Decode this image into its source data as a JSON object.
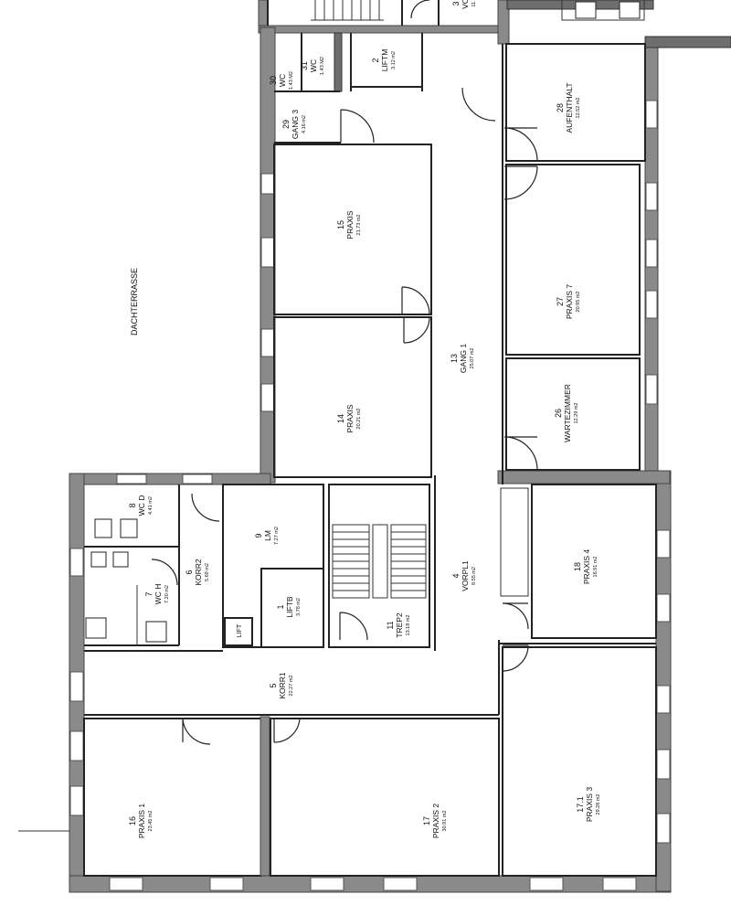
{
  "terrace": {
    "label": "DACHTERRASSE"
  },
  "rooms": [
    {
      "id": "r3",
      "number": "3",
      "name": "VC",
      "area": "11."
    },
    {
      "id": "r2",
      "number": "2",
      "name": "LIFTM",
      "area": "3.12 m2"
    },
    {
      "id": "r30",
      "number": "30",
      "name": "WC",
      "area": "1.43 M2"
    },
    {
      "id": "r31",
      "number": "31",
      "name": "WC",
      "area": "1.43 M2"
    },
    {
      "id": "r29",
      "number": "29",
      "name": "GANG 3",
      "area": "4.16 m2"
    },
    {
      "id": "r28",
      "number": "28",
      "name": "AUFENTHALT",
      "area": "12.52 m2"
    },
    {
      "id": "r15",
      "number": "15",
      "name": "PRAXIS",
      "area": "21.73 m2"
    },
    {
      "id": "r27",
      "number": "27",
      "name": "PRAXIS 7",
      "area": "20.95 m2"
    },
    {
      "id": "r13",
      "number": "13",
      "name": "GANG 1",
      "area": "25.07 m2"
    },
    {
      "id": "r14",
      "number": "14",
      "name": "PRAXIS",
      "area": "20.21 m2"
    },
    {
      "id": "r26",
      "number": "26",
      "name": "WARTEZIMMER",
      "area": "12.29 m2"
    },
    {
      "id": "r8",
      "number": "8",
      "name": "WC D",
      "area": "4.41 m2"
    },
    {
      "id": "r9lm",
      "number": "9",
      "name": "LM",
      "area": "7.27 m2"
    },
    {
      "id": "r6",
      "number": "6",
      "name": "KORR2",
      "area": "5.69 m2"
    },
    {
      "id": "r7",
      "number": "7",
      "name": "WC H",
      "area": "7.20 m2"
    },
    {
      "id": "r1",
      "number": "1",
      "name": "LIFTB",
      "area": "3.78 m2"
    },
    {
      "id": "r11",
      "number": "11",
      "name": "TREP2",
      "area": "13.18 m2"
    },
    {
      "id": "r4",
      "number": "4",
      "name": "VORPL1",
      "area": "8.55 m2"
    },
    {
      "id": "r18",
      "number": "18",
      "name": "PRAXIS 4",
      "area": "16.91 m2"
    },
    {
      "id": "r5",
      "number": "5",
      "name": "KORR1",
      "area": "22.27 m2"
    },
    {
      "id": "r16",
      "number": "16",
      "name": "PRAXIS 1",
      "area": "23.45 m2"
    },
    {
      "id": "r17",
      "number": "17",
      "name": "PRAXIS 2",
      "area": "30.91 m2"
    },
    {
      "id": "r171",
      "number": "17.1",
      "name": "PRAXIS 3",
      "area": "29.28 m2"
    }
  ],
  "lift_tag": "LIFT"
}
